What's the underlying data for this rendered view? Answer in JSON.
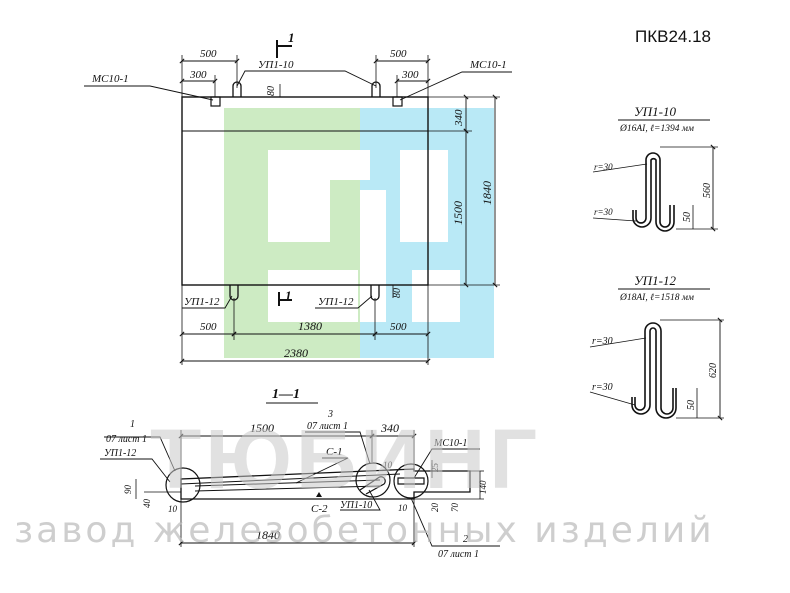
{
  "title": "ПКВ24.18",
  "watermark": {
    "brand": "ТЮБИНГ",
    "tagline": "завод железобетонных изделий",
    "colors": {
      "green": "#cdebc3",
      "blue": "#b9e9f6",
      "gray": "#c8c8c8"
    }
  },
  "plan": {
    "section_mark_top": "1",
    "section_mark_bottom": "1",
    "loops_top": "УП1-10",
    "loops_bottom_left": "УП1-12",
    "loops_bottom_right": "УП1-12",
    "plate_left": "МС10-1",
    "plate_right": "МС10-1",
    "dim_left_500": "500",
    "dim_left_300": "300",
    "dim_right_500": "500",
    "dim_right_300": "300",
    "dim_loop_h_top": "80",
    "dim_loop_h_bottom": "80",
    "dim_340": "340",
    "dim_1500": "1500",
    "dim_1840": "1840",
    "dim_bot_500_left": "500",
    "dim_bot_1380": "1380",
    "dim_bot_500_right": "500",
    "dim_2380": "2380"
  },
  "detail_up1_10": {
    "name": "УП1-10",
    "spec": "Ø16AI, ℓ=1394 мм",
    "r_top": "r=30",
    "r_bottom": "r=30",
    "height": "560",
    "hook": "50"
  },
  "detail_up1_12": {
    "name": "УП1-12",
    "spec": "Ø18AI, ℓ=1518 мм",
    "r_top": "r=30",
    "r_bottom": "r=30",
    "height": "620",
    "hook": "50"
  },
  "section": {
    "title": "1—1",
    "dim_1500": "1500",
    "dim_340": "340",
    "dim_1840": "1840",
    "callout1_num": "1",
    "callout1_ref": "07 лист 1",
    "callout3_num": "3",
    "callout3_ref": "07 лист 1",
    "callout2_num": "2",
    "callout2_ref": "07 лист 1",
    "loop_left": "УП1-12",
    "mesh_c1": "С-1",
    "mesh_c2": "С-2",
    "loop_mid": "УП1-10",
    "plate": "МС10-1",
    "d_90": "90",
    "d_40": "40",
    "d_10a": "10",
    "d_10b": "10",
    "d_10c": "10",
    "d_25": "25",
    "d_140": "140",
    "d_20": "20",
    "d_70": "70"
  }
}
